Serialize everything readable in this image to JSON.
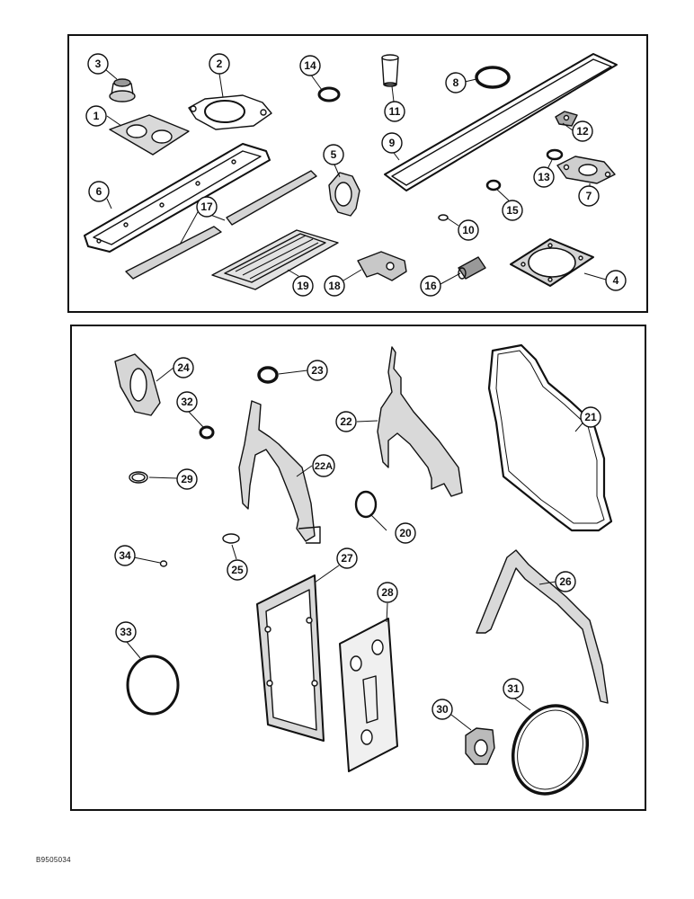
{
  "figure": {
    "document_code": "B9505034",
    "top_panel": {
      "callouts": [
        {
          "id": "c1",
          "label": "1",
          "part": "gasket"
        },
        {
          "id": "c2",
          "label": "2",
          "part": "gasket"
        },
        {
          "id": "c3",
          "label": "3",
          "part": "seal"
        },
        {
          "id": "c4",
          "label": "4",
          "part": "gasket"
        },
        {
          "id": "c5",
          "label": "5",
          "part": "gasket"
        },
        {
          "id": "c6",
          "label": "6",
          "part": "gasket"
        },
        {
          "id": "c7",
          "label": "7",
          "part": "gasket"
        },
        {
          "id": "c8",
          "label": "8",
          "part": "seal"
        },
        {
          "id": "c9",
          "label": "9",
          "part": "gasket"
        },
        {
          "id": "c10",
          "label": "10",
          "part": "o-ring"
        },
        {
          "id": "c11",
          "label": "11",
          "part": "sleeve"
        },
        {
          "id": "c12",
          "label": "12",
          "part": "gasket"
        },
        {
          "id": "c13",
          "label": "13",
          "part": "o-ring"
        },
        {
          "id": "c14",
          "label": "14",
          "part": "seal"
        },
        {
          "id": "c15",
          "label": "15",
          "part": "o-ring"
        },
        {
          "id": "c16",
          "label": "16",
          "part": "sleeve"
        },
        {
          "id": "c17",
          "label": "17",
          "part": "gasket"
        },
        {
          "id": "c18",
          "label": "18",
          "part": "gasket"
        },
        {
          "id": "c19",
          "label": "19",
          "part": "gasket"
        }
      ]
    },
    "bottom_panel": {
      "callouts": [
        {
          "id": "c20",
          "label": "20",
          "part": "seal"
        },
        {
          "id": "c21",
          "label": "21",
          "part": "gasket"
        },
        {
          "id": "c22",
          "label": "22",
          "part": "gasket"
        },
        {
          "id": "c22a",
          "label": "22A",
          "part": "gasket"
        },
        {
          "id": "c23",
          "label": "23",
          "part": "seal"
        },
        {
          "id": "c24",
          "label": "24",
          "part": "gasket"
        },
        {
          "id": "c25",
          "label": "25",
          "part": "o-ring"
        },
        {
          "id": "c26",
          "label": "26",
          "part": "gasket"
        },
        {
          "id": "c27",
          "label": "27",
          "part": "gasket"
        },
        {
          "id": "c28",
          "label": "28",
          "part": "gasket"
        },
        {
          "id": "c29",
          "label": "29",
          "part": "o-ring"
        },
        {
          "id": "c30",
          "label": "30",
          "part": "gasket"
        },
        {
          "id": "c31",
          "label": "31",
          "part": "seal"
        },
        {
          "id": "c32",
          "label": "32",
          "part": "o-ring"
        },
        {
          "id": "c33",
          "label": "33",
          "part": "seal"
        },
        {
          "id": "c34",
          "label": "34",
          "part": "o-ring"
        }
      ]
    }
  }
}
